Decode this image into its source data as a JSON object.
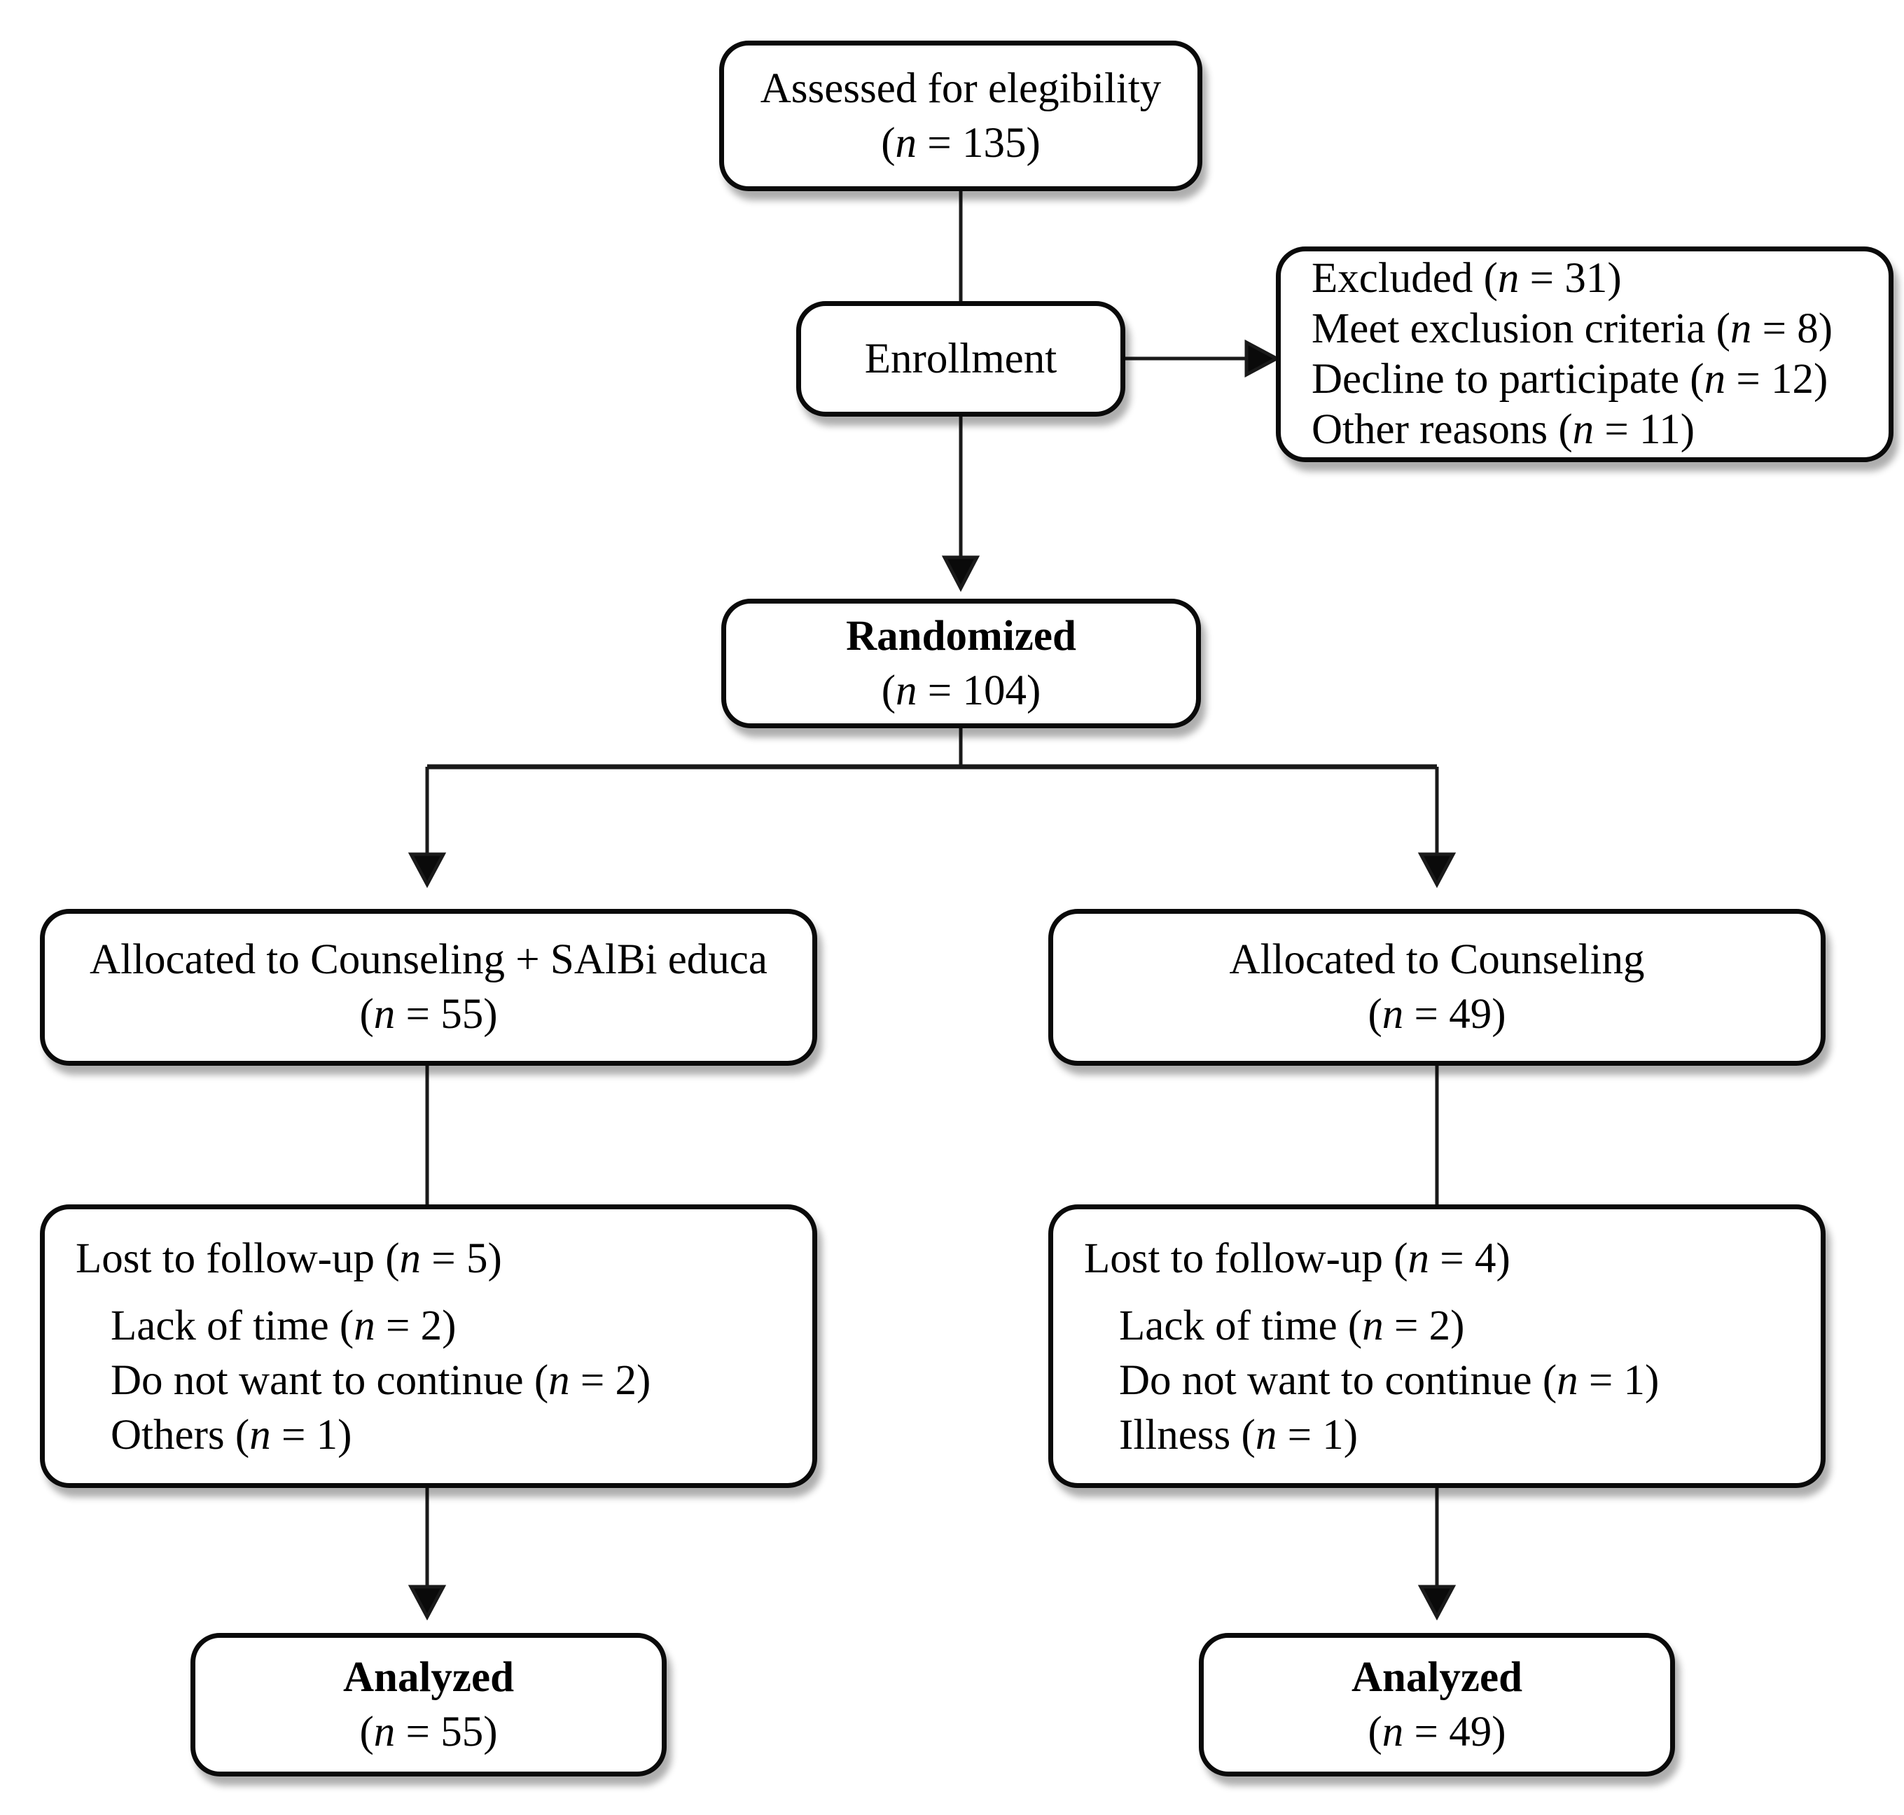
{
  "figure": {
    "kind": "consort-flow-diagram",
    "colors": {
      "border": "#0a0a0a",
      "background": "#ffffff",
      "text": "#000000"
    }
  },
  "boxes": {
    "assessed": {
      "lines": [
        {
          "segments": [
            {
              "text": "Assessed for elegibility"
            }
          ]
        },
        {
          "segments": [
            {
              "text": "("
            },
            {
              "text": "n",
              "italic": true
            },
            {
              "text": " = 135)"
            }
          ]
        }
      ]
    },
    "enrollment": {
      "lines": [
        {
          "segments": [
            {
              "text": "Enrollment"
            }
          ]
        }
      ]
    },
    "excluded": {
      "lines": [
        {
          "segments": [
            {
              "text": "Excluded ("
            },
            {
              "text": "n",
              "italic": true
            },
            {
              "text": " = 31)"
            }
          ]
        },
        {
          "segments": [
            {
              "text": "Meet exclusion criteria ("
            },
            {
              "text": "n",
              "italic": true
            },
            {
              "text": " = 8)"
            }
          ]
        },
        {
          "segments": [
            {
              "text": "Decline to participate ("
            },
            {
              "text": "n",
              "italic": true
            },
            {
              "text": " = 12)"
            }
          ]
        },
        {
          "segments": [
            {
              "text": "Other reasons ("
            },
            {
              "text": "n",
              "italic": true
            },
            {
              "text": " = 11)"
            }
          ]
        }
      ]
    },
    "randomized": {
      "lines": [
        {
          "segments": [
            {
              "text": "Randomized",
              "bold": true
            }
          ]
        },
        {
          "segments": [
            {
              "text": "("
            },
            {
              "text": "n",
              "italic": true
            },
            {
              "text": " = 104)"
            }
          ]
        }
      ]
    },
    "alloc_intervention": {
      "lines": [
        {
          "segments": [
            {
              "text": "Allocated to Counseling + SAlBi educa"
            }
          ]
        },
        {
          "segments": [
            {
              "text": "("
            },
            {
              "text": "n",
              "italic": true
            },
            {
              "text": " = 55)"
            }
          ]
        }
      ]
    },
    "alloc_control": {
      "lines": [
        {
          "segments": [
            {
              "text": "Allocated to Counseling"
            }
          ]
        },
        {
          "segments": [
            {
              "text": "("
            },
            {
              "text": "n",
              "italic": true
            },
            {
              "text": " = 49)"
            }
          ]
        }
      ]
    },
    "lost_intervention": {
      "lines": [
        {
          "segments": [
            {
              "text": "Lost to follow-up ("
            },
            {
              "text": "n",
              "italic": true
            },
            {
              "text": " = 5)"
            }
          ]
        },
        {
          "indent": true,
          "gap": true,
          "segments": [
            {
              "text": "Lack of time ("
            },
            {
              "text": "n",
              "italic": true
            },
            {
              "text": " = 2)"
            }
          ]
        },
        {
          "indent": true,
          "segments": [
            {
              "text": "Do not want to continue ("
            },
            {
              "text": "n",
              "italic": true
            },
            {
              "text": " = 2)"
            }
          ]
        },
        {
          "indent": true,
          "segments": [
            {
              "text": "Others ("
            },
            {
              "text": "n",
              "italic": true
            },
            {
              "text": " = 1)"
            }
          ]
        }
      ]
    },
    "lost_control": {
      "lines": [
        {
          "segments": [
            {
              "text": "Lost to follow-up ("
            },
            {
              "text": "n",
              "italic": true
            },
            {
              "text": " = 4)"
            }
          ]
        },
        {
          "indent": true,
          "gap": true,
          "segments": [
            {
              "text": "Lack of time ("
            },
            {
              "text": "n",
              "italic": true
            },
            {
              "text": " = 2)"
            }
          ]
        },
        {
          "indent": true,
          "segments": [
            {
              "text": "Do not want to continue ("
            },
            {
              "text": "n",
              "italic": true
            },
            {
              "text": " = 1)"
            }
          ]
        },
        {
          "indent": true,
          "segments": [
            {
              "text": "Illness ("
            },
            {
              "text": "n",
              "italic": true
            },
            {
              "text": " = 1)"
            }
          ]
        }
      ]
    },
    "analyzed_intervention": {
      "lines": [
        {
          "segments": [
            {
              "text": "Analyzed",
              "bold": true
            }
          ]
        },
        {
          "segments": [
            {
              "text": "("
            },
            {
              "text": "n",
              "italic": true
            },
            {
              "text": " = 55)"
            }
          ]
        }
      ]
    },
    "analyzed_control": {
      "lines": [
        {
          "segments": [
            {
              "text": "Analyzed",
              "bold": true
            }
          ]
        },
        {
          "segments": [
            {
              "text": "("
            },
            {
              "text": "n",
              "italic": true
            },
            {
              "text": " = 49)"
            }
          ]
        }
      ]
    }
  }
}
